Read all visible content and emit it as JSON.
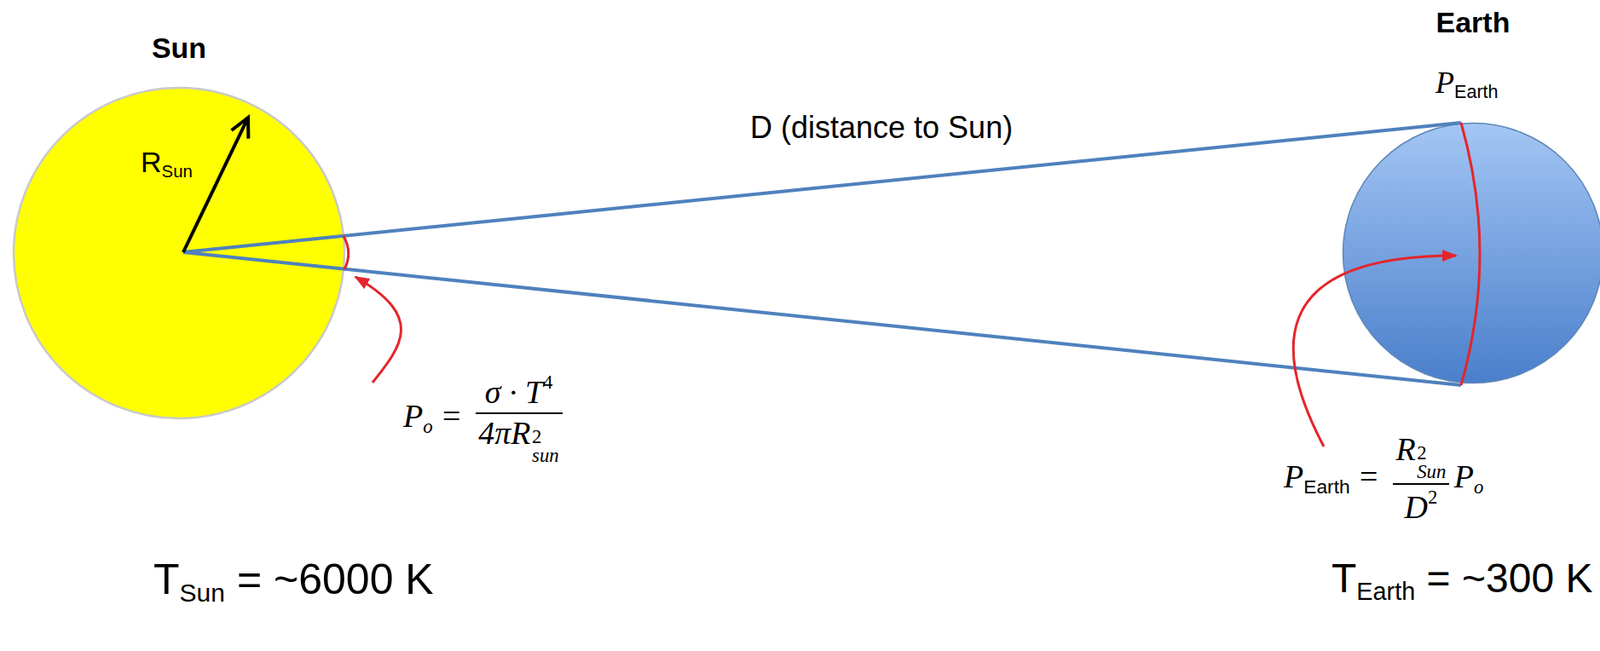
{
  "diagram": {
    "nodes": [
      {
        "text": [
          "Sun"
        ]
      },
      {
        "text": [
          "Earth"
        ]
      }
    ],
    "labels": [
      "R",
      "Sun",
      "D (distance to Sun)",
      "P",
      "Earth",
      "P",
      "o",
      "=",
      "σ · T",
      "4",
      "4πR",
      "2",
      "sun",
      "P",
      "Earth",
      "=",
      "R",
      "2",
      "Sun",
      "D",
      "2",
      "P",
      "o",
      "T",
      "Sun",
      "= ~6000 K",
      "T",
      "Earth",
      "= ~300 K"
    ]
  }
}
